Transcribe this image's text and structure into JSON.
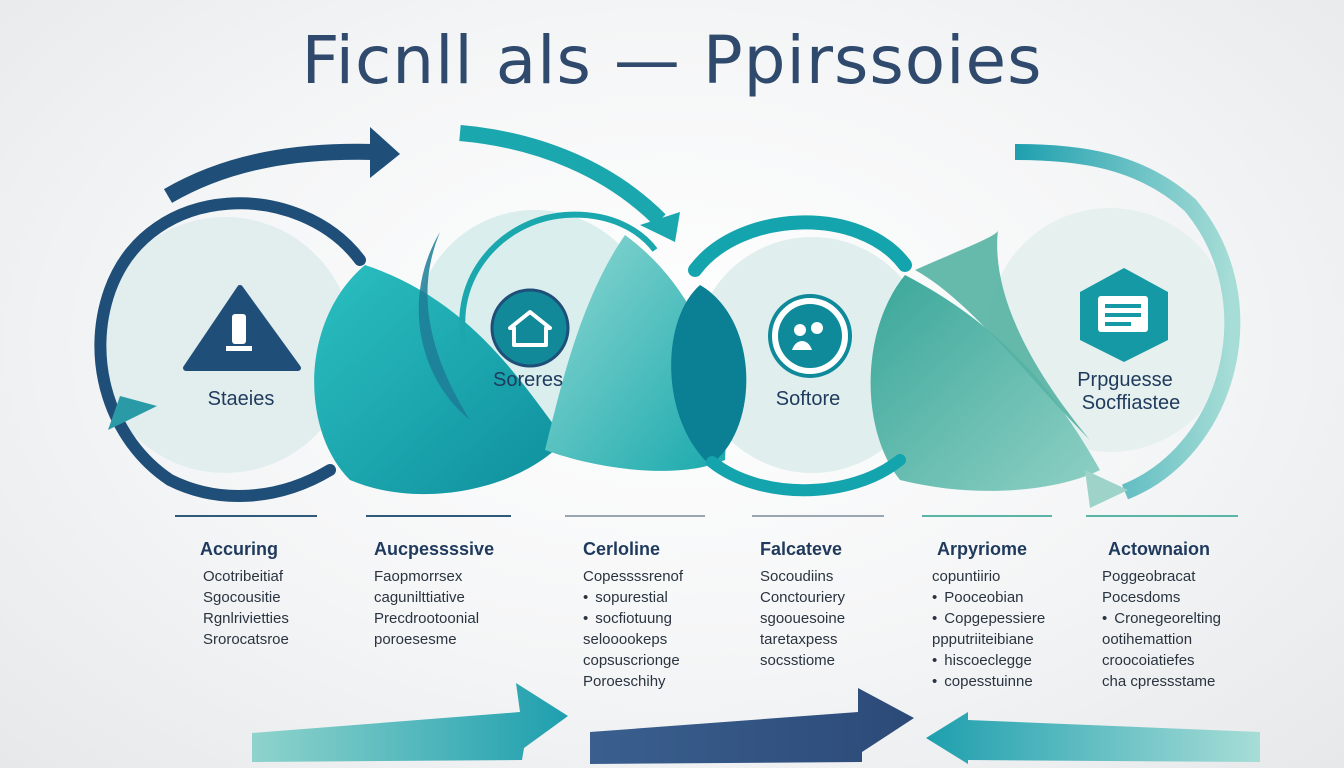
{
  "title": "Ficnll als — Ppirssoies",
  "colors": {
    "navy": "#1f4e78",
    "dark_teal": "#0e8a9a",
    "teal": "#1fb4b8",
    "light_teal": "#7fcfc9",
    "sage": "#5bb5a6",
    "pale": "#e4f0ef"
  },
  "stages": [
    {
      "label": "Staeies",
      "icon": "warning-triangle-icon"
    },
    {
      "label": "Soreres",
      "icon": "house-icon"
    },
    {
      "label": "Softore",
      "icon": "people-icon"
    },
    {
      "label_line1": "Prpguesse",
      "label_line2": "Socffiastee",
      "icon": "document-hexagon-icon"
    }
  ],
  "columns": [
    {
      "heading": "Accuring",
      "lines": [
        {
          "text": "Ocotribeitiaf",
          "bullet": false
        },
        {
          "text": "Sgocousitie",
          "bullet": false
        },
        {
          "text": "Rgnlrivietties",
          "bullet": false
        },
        {
          "text": "Srorocatsroe",
          "bullet": false
        }
      ]
    },
    {
      "heading": "Aucpessssive",
      "lines": [
        {
          "text": "Faopmorrsex",
          "bullet": false
        },
        {
          "text": "cagunilttiative",
          "bullet": false
        },
        {
          "text": "Precdrootoonial",
          "bullet": false
        },
        {
          "text": "poroesesme",
          "bullet": false
        }
      ]
    },
    {
      "heading": "Cerloline",
      "lines": [
        {
          "text": "Copessssrenof",
          "bullet": false
        },
        {
          "text": "sopurestial",
          "bullet": true
        },
        {
          "text": "socfiotuung",
          "bullet": true
        },
        {
          "text": "selooookeps",
          "bullet": false
        },
        {
          "text": "copsuscrionge",
          "bullet": false
        },
        {
          "text": "Poroeschihy",
          "bullet": false
        }
      ]
    },
    {
      "heading": "Falcateve",
      "lines": [
        {
          "text": "Socoudiins",
          "bullet": false
        },
        {
          "text": "Conctouriery",
          "bullet": false
        },
        {
          "text": "sgoouesoine",
          "bullet": false
        },
        {
          "text": "taretaxpess",
          "bullet": false
        },
        {
          "text": "socsstiome",
          "bullet": false
        }
      ]
    },
    {
      "heading": "Arpyriome",
      "lines": [
        {
          "text": "copuntiirio",
          "bullet": false
        },
        {
          "text": "Pooceobian",
          "bullet": true
        },
        {
          "text": "Copgepessiere",
          "bullet": true
        },
        {
          "text": "ppputriiteibiane",
          "bullet": false
        },
        {
          "text": "hiscoeclegge",
          "bullet": true
        },
        {
          "text": "copesstuinne",
          "bullet": true
        }
      ]
    },
    {
      "heading": "Actownaion",
      "lines": [
        {
          "text": "Poggeobracat",
          "bullet": false
        },
        {
          "text": "Pocesdoms",
          "bullet": false
        },
        {
          "text": "Cronegeorelting",
          "bullet": true
        },
        {
          "text": "ootihemattion",
          "bullet": false
        },
        {
          "text": "croocoiatiefes",
          "bullet": false
        },
        {
          "text": "cha cpressstame",
          "bullet": false
        }
      ]
    }
  ]
}
